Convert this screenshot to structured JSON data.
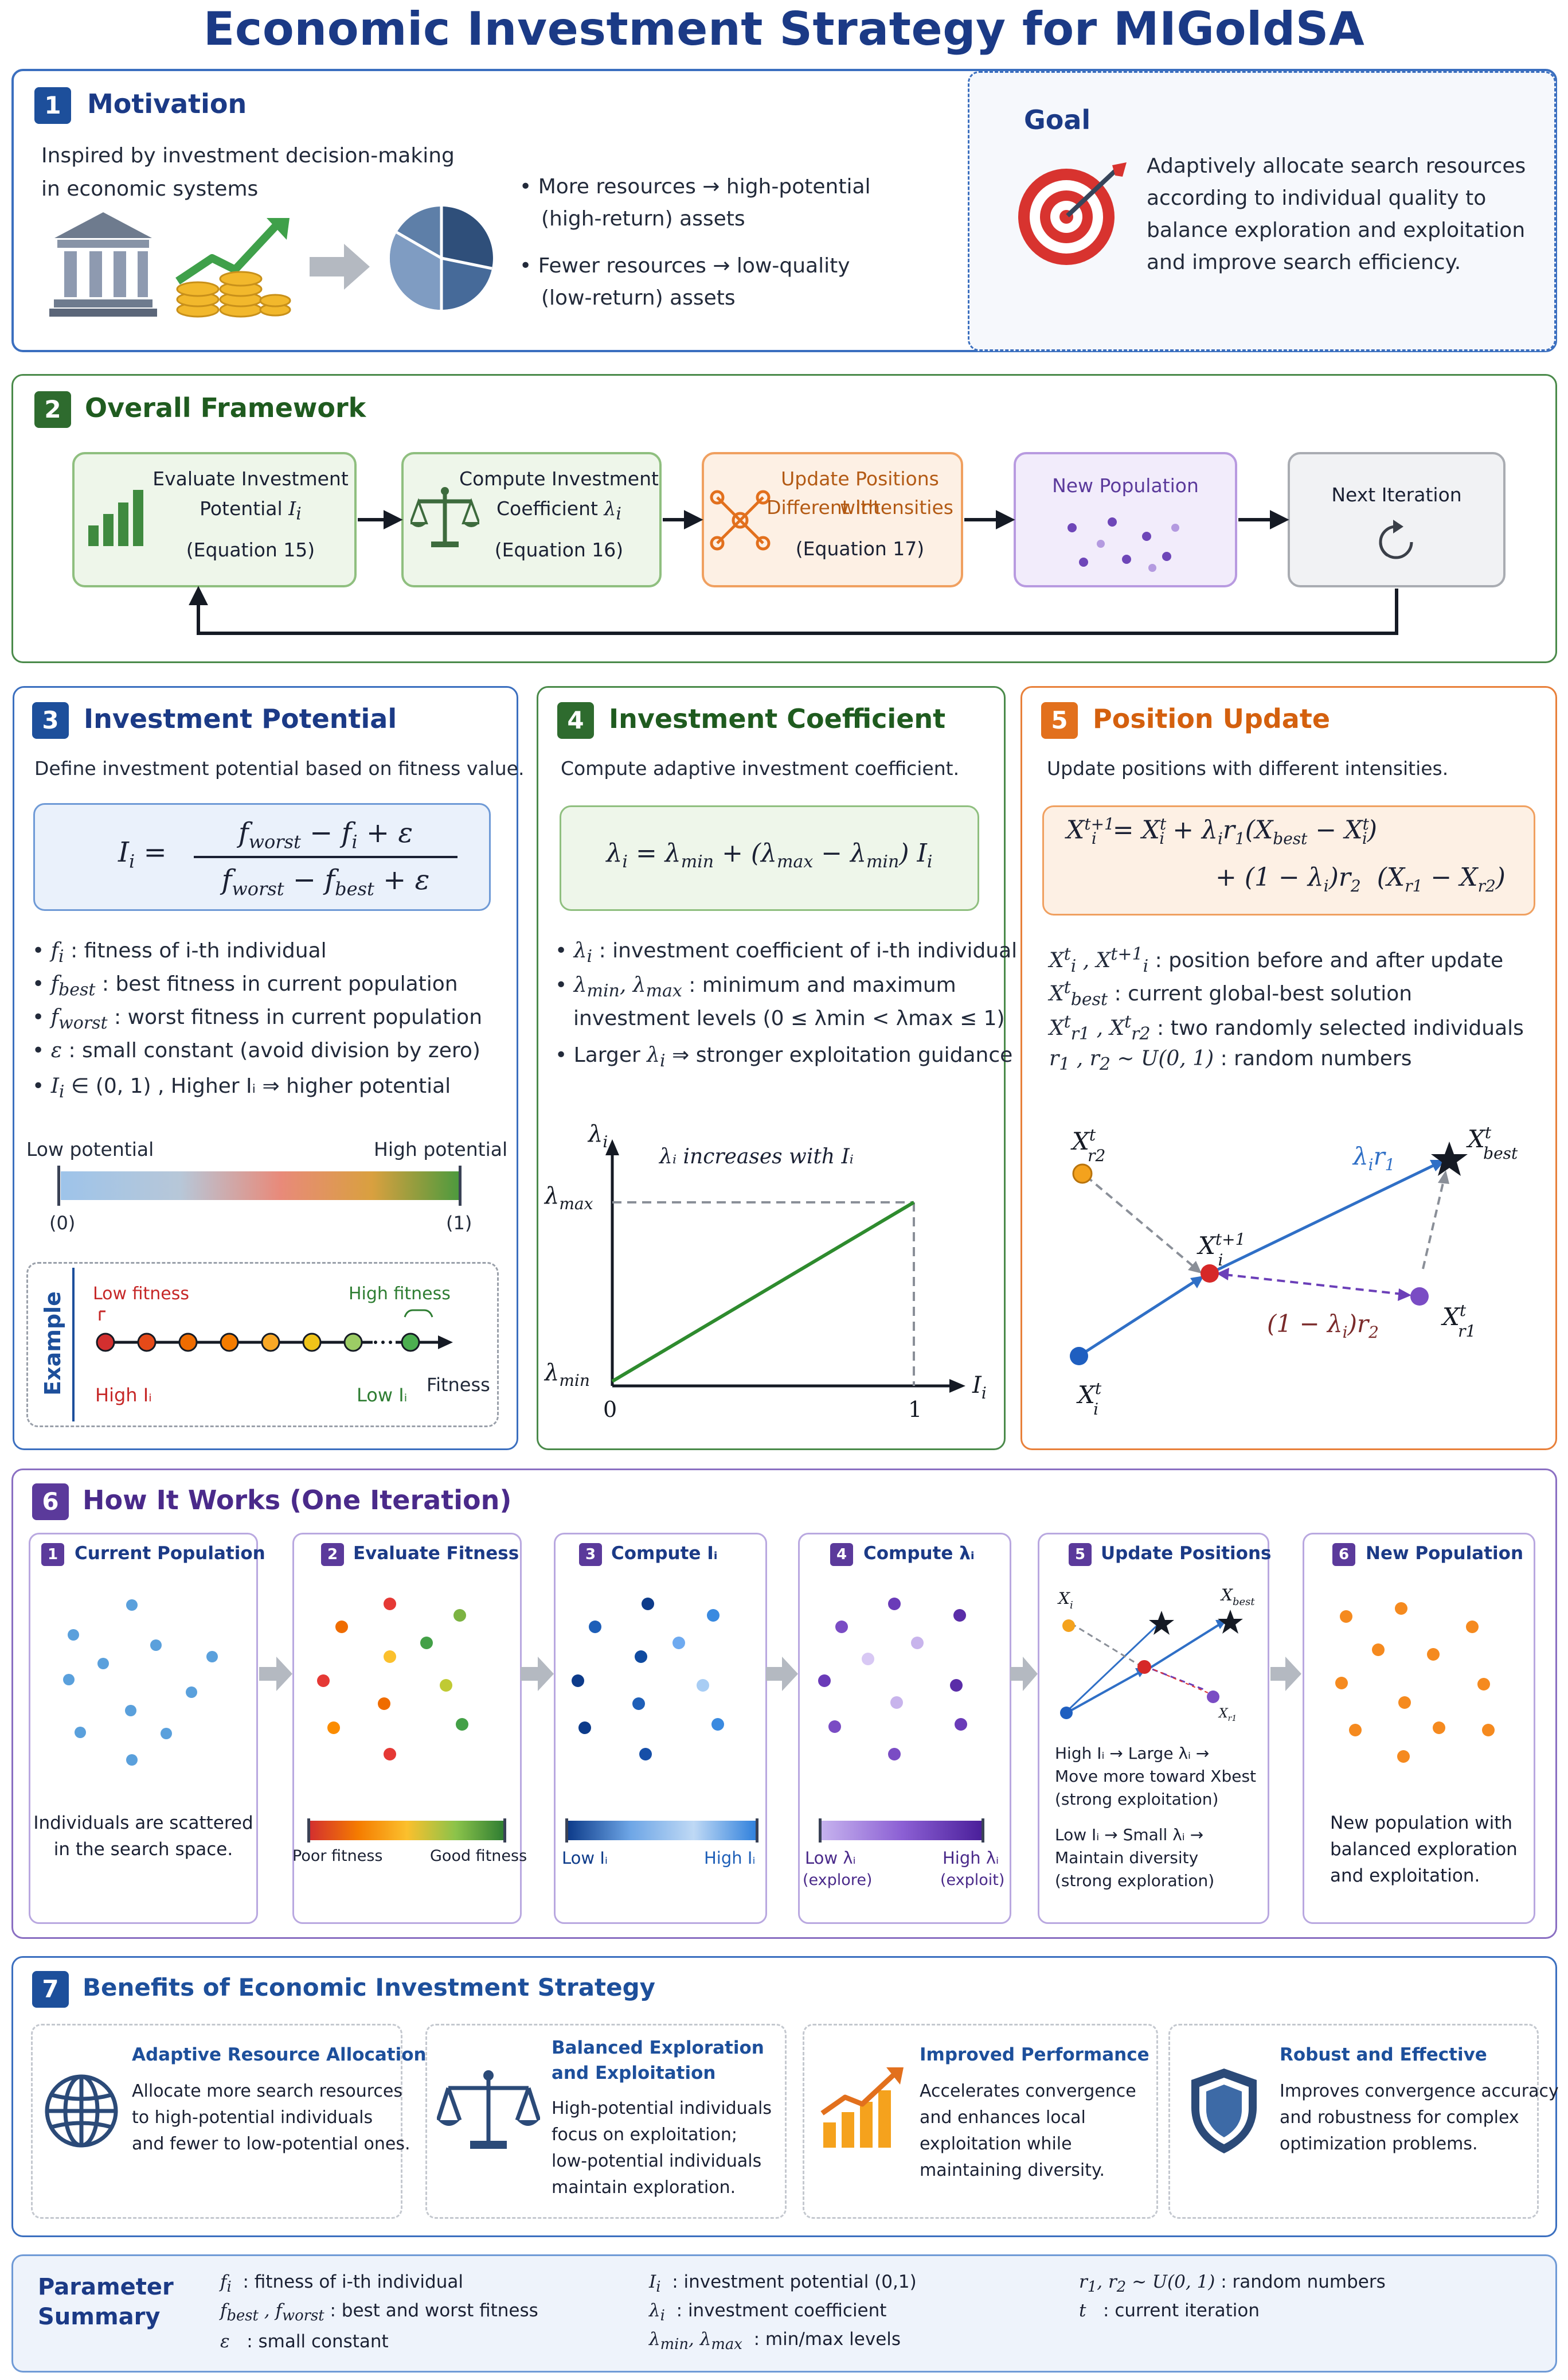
{
  "title": "Economic Investment Strategy for MIGoldSA",
  "motivation": {
    "num": "1",
    "heading": "Motivation",
    "inspired_l1": "Inspired by investment decision-making",
    "inspired_l2": "in economic systems",
    "bullet1_l1": "More resources → high-potential",
    "bullet1_l2": "(high-return) assets",
    "bullet2_l1": "Fewer resources → low-quality",
    "bullet2_l2": "(low-return) assets"
  },
  "goal": {
    "heading": "Goal",
    "l1": "Adaptively allocate search resources",
    "l2": "according to individual quality to",
    "l3": "balance exploration and exploitation",
    "l4": "and improve search efficiency."
  },
  "framework": {
    "num": "2",
    "heading": "Overall Framework",
    "s1_l1": "Evaluate Investment",
    "s1_l2": "Potential",
    "s1_sym": "I",
    "s1_sub": "i",
    "s1_eq": "(Equation 15)",
    "s2_l1": "Compute Investment",
    "s2_l2": "Coefficient",
    "s2_sym": "λ",
    "s2_sub": "i",
    "s2_eq": "(Equation 16)",
    "s3_l1": "Update Positions with",
    "s3_l2": "Different Intensities",
    "s3_eq": "(Equation 17)",
    "s4": "New Population",
    "s5": "Next Iteration"
  },
  "potential": {
    "num": "3",
    "heading": "Investment Potential",
    "desc": "Define investment potential based on fitness value.",
    "b1": "fitness of i-th individual",
    "b2": "best fitness in current population",
    "b3": "worst fitness in current population",
    "b4": "small constant (avoid division by zero)",
    "b5": "Higher Iᵢ ⇒ higher potential",
    "low": "Low potential",
    "high": "High potential",
    "zero": "(0)",
    "one": "(1)",
    "example": "Example",
    "low_fit": "Low fitness",
    "high_fit": "High fitness",
    "high_i": "High Iᵢ",
    "low_i": "Low Iᵢ",
    "fitness": "Fitness"
  },
  "coefficient": {
    "num": "4",
    "heading": "Investment Coefficient",
    "desc": "Compute adaptive investment coefficient.",
    "b1": "investment coefficient of i-th individual",
    "b2_l1": "minimum and maximum",
    "b2_l2": "investment levels (0 ≤ λmin < λmax ≤ 1)",
    "b3": "stronger exploitation guidance",
    "chart_title": "λᵢ increases with Iᵢ"
  },
  "update": {
    "num": "5",
    "heading": "Position Update",
    "desc": "Update positions with different intensities.",
    "b1": "position before and after update",
    "b2": "current global-best solution",
    "b3": "two randomly selected individuals",
    "b4": "random numbers"
  },
  "how": {
    "num": "6",
    "heading": "How It Works (One Iteration)",
    "c1_num": "1",
    "c1_t": "Current Population",
    "c1_d1": "Individuals are scattered",
    "c1_d2": "in the search space.",
    "c2_num": "2",
    "c2_t": "Evaluate Fitness",
    "c2_poor": "Poor fitness",
    "c2_good": "Good fitness",
    "c3_num": "3",
    "c3_t": "Compute Iᵢ",
    "c3_low": "Low Iᵢ",
    "c3_high": "High Iᵢ",
    "c4_num": "4",
    "c4_t": "Compute λᵢ",
    "c4_low": "Low λᵢ",
    "c4_high": "High λᵢ",
    "c4_explore": "(explore)",
    "c4_exploit": "(exploit)",
    "c5_num": "5",
    "c5_t": "Update Positions",
    "c5_d1": "High Iᵢ → Large λᵢ →",
    "c5_d2": "Move more toward Xbest",
    "c5_d3": "(strong exploitation)",
    "c5_d4": "Low Iᵢ → Small λᵢ →",
    "c5_d5": "Maintain diversity",
    "c5_d6": "(strong exploration)",
    "c6_num": "6",
    "c6_t": "New Population",
    "c6_d1": "New population with",
    "c6_d2": "balanced exploration",
    "c6_d3": "and exploitation."
  },
  "benefits": {
    "num": "7",
    "heading": "Benefits of Economic Investment Strategy",
    "b1_t": "Adaptive Resource Allocation",
    "b1_d1": "Allocate more search resources",
    "b1_d2": "to high-potential individuals",
    "b1_d3": "and fewer to low-potential ones.",
    "b2_t1": "Balanced Exploration",
    "b2_t2": "and Exploitation",
    "b2_d1": "High-potential individuals",
    "b2_d2": "focus on exploitation;",
    "b2_d3": "low-potential individuals",
    "b2_d4": "maintain exploration.",
    "b3_t": "Improved Performance",
    "b3_d1": "Accelerates convergence",
    "b3_d2": "and enhances local",
    "b3_d3": "exploitation while",
    "b3_d4": "maintaining diversity.",
    "b4_t": "Robust and Effective",
    "b4_d1": "Improves convergence accuracy",
    "b4_d2": "and robustness for complex",
    "b4_d3": "optimization problems."
  },
  "params": {
    "heading_l1": "Parameter",
    "heading_l2": "Summary",
    "p1": "fitness of i-th individual",
    "p2": "best and worst fitness",
    "p3": "small constant",
    "p4": "investment potential (0,1)",
    "p5": "investment coefficient",
    "p6": "min/max levels",
    "p7": "random numbers",
    "p8": "current iteration"
  },
  "colors": {
    "blue": "#1d4f9b",
    "green": "#2e6b2e",
    "orange": "#e2701d",
    "purple": "#5b3a9b",
    "navy": "#1b3a86"
  }
}
